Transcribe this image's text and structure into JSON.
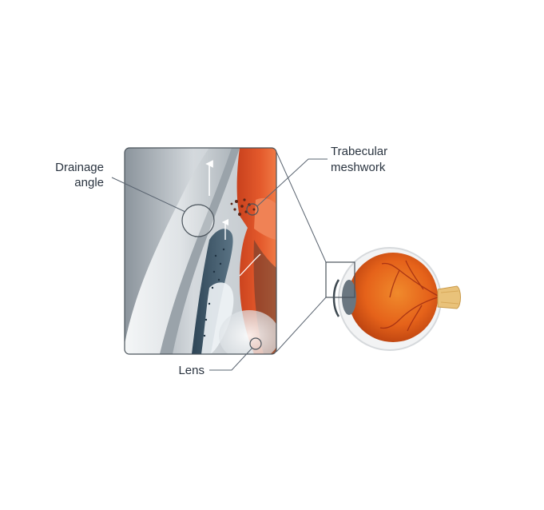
{
  "labels": {
    "drainage_line1": "Drainage",
    "drainage_line2": "angle",
    "trabecular_line1": "Trabecular",
    "trabecular_line2": "meshwork",
    "lens": "Lens"
  },
  "colors": {
    "label_text": "#2a3440",
    "leader_line": "#5a6470",
    "iris_orange": "#e2552b",
    "eyeball_orange": "#e86a1e",
    "sclera": "#eef0f2",
    "cornea_gray": "#b9c0c6",
    "meshwork_blue": "#3f5a6e"
  }
}
